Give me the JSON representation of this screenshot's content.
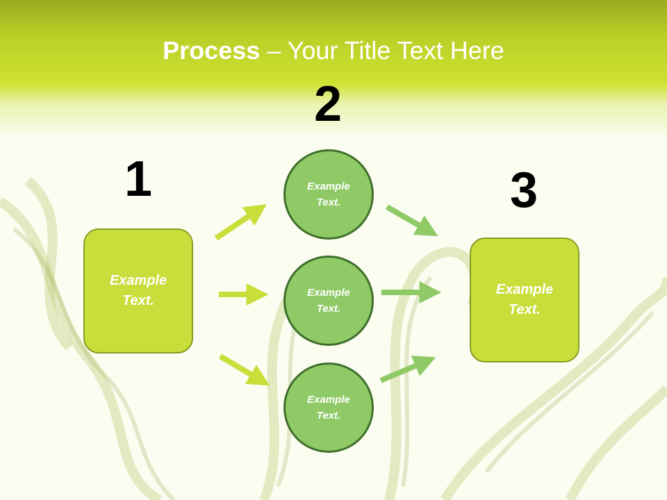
{
  "slide": {
    "title_bold": "Process",
    "title_rest": " – Your Title Text Here",
    "step1_number": "1",
    "step2_number": "2",
    "step3_number": "3",
    "step1_box": {
      "line1": "Example",
      "line2": "Text."
    },
    "step3_box": {
      "line1": "Example",
      "line2": "Text."
    },
    "circles": [
      {
        "line1": "Example",
        "line2": "Text."
      },
      {
        "line1": "Example",
        "line2": "Text."
      },
      {
        "line1": "Example",
        "line2": "Text."
      }
    ]
  },
  "colors": {
    "header": "#c9de31",
    "box_fill": "#c8de3b",
    "circle_fill": "#8fca66",
    "circle_border": "#3f6e2b",
    "arrow_left": "#c8de3b",
    "arrow_right": "#8fca66"
  }
}
